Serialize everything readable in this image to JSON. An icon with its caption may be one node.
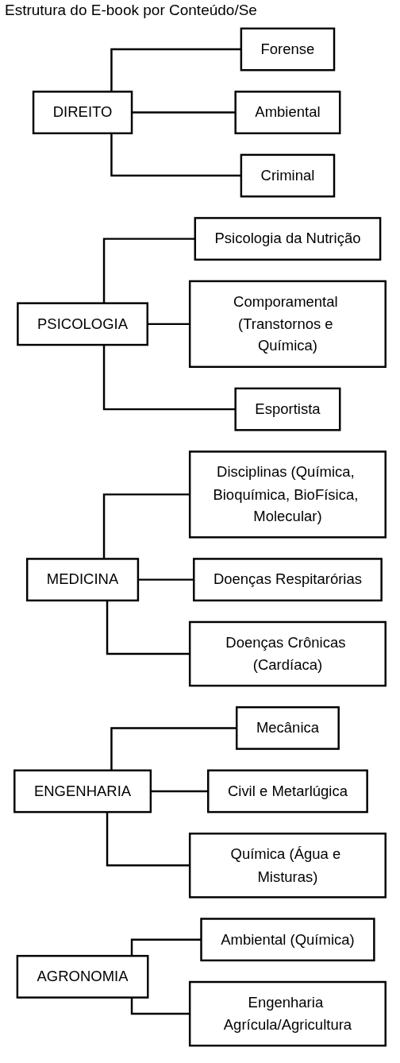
{
  "diagram": {
    "title": "Estrutura do E-book por Conteúdo/Se",
    "nodes": [
      {
        "text": [
          "DIREITO"
        ]
      },
      {
        "text": [
          "Forense"
        ]
      },
      {
        "text": [
          "Ambiental"
        ]
      },
      {
        "text": [
          "Criminal"
        ]
      },
      {
        "text": [
          "PSICOLOGIA"
        ]
      },
      {
        "text": [
          "Psicologia da Nutrição"
        ]
      },
      {
        "text": [
          "Comporamental (Transtornos e Química)"
        ]
      },
      {
        "text": [
          "Esportista"
        ]
      },
      {
        "text": [
          "MEDICINA"
        ]
      },
      {
        "text": [
          "Disciplinas (Química, Bioquímica, BioFísica, Molecular)"
        ]
      },
      {
        "text": [
          "Doenças Respitarórias"
        ]
      },
      {
        "text": [
          "Doenças Crônicas (Cardíaca)"
        ]
      },
      {
        "text": [
          "ENGENHARIA"
        ]
      },
      {
        "text": [
          "Mecânica"
        ]
      },
      {
        "text": [
          "Civil e Metarlúgica"
        ]
      },
      {
        "text": [
          "Química (Água e Misturas)"
        ]
      },
      {
        "text": [
          "AGRONOMIA"
        ]
      },
      {
        "text": [
          "Ambiental (Química)"
        ]
      },
      {
        "text": [
          "Engenharia Agrícula/Agricultura"
        ]
      }
    ],
    "edges": [
      {
        "from": 0,
        "to": 1,
        "arrow": "none"
      },
      {
        "from": 0,
        "to": 2,
        "arrow": "none"
      },
      {
        "from": 0,
        "to": 3,
        "arrow": "none"
      },
      {
        "from": 4,
        "to": 5,
        "arrow": "none"
      },
      {
        "from": 4,
        "to": 6,
        "arrow": "none"
      },
      {
        "from": 4,
        "to": 7,
        "arrow": "none"
      },
      {
        "from": 8,
        "to": 9,
        "arrow": "none"
      },
      {
        "from": 8,
        "to": 10,
        "arrow": "none"
      },
      {
        "from": 8,
        "to": 11,
        "arrow": "none"
      },
      {
        "from": 12,
        "to": 13,
        "arrow": "none"
      },
      {
        "from": 12,
        "to": 14,
        "arrow": "none"
      },
      {
        "from": 12,
        "to": 15,
        "arrow": "none"
      },
      {
        "from": 16,
        "to": 17,
        "arrow": "none"
      },
      {
        "from": 16,
        "to": 18,
        "arrow": "none"
      }
    ]
  }
}
